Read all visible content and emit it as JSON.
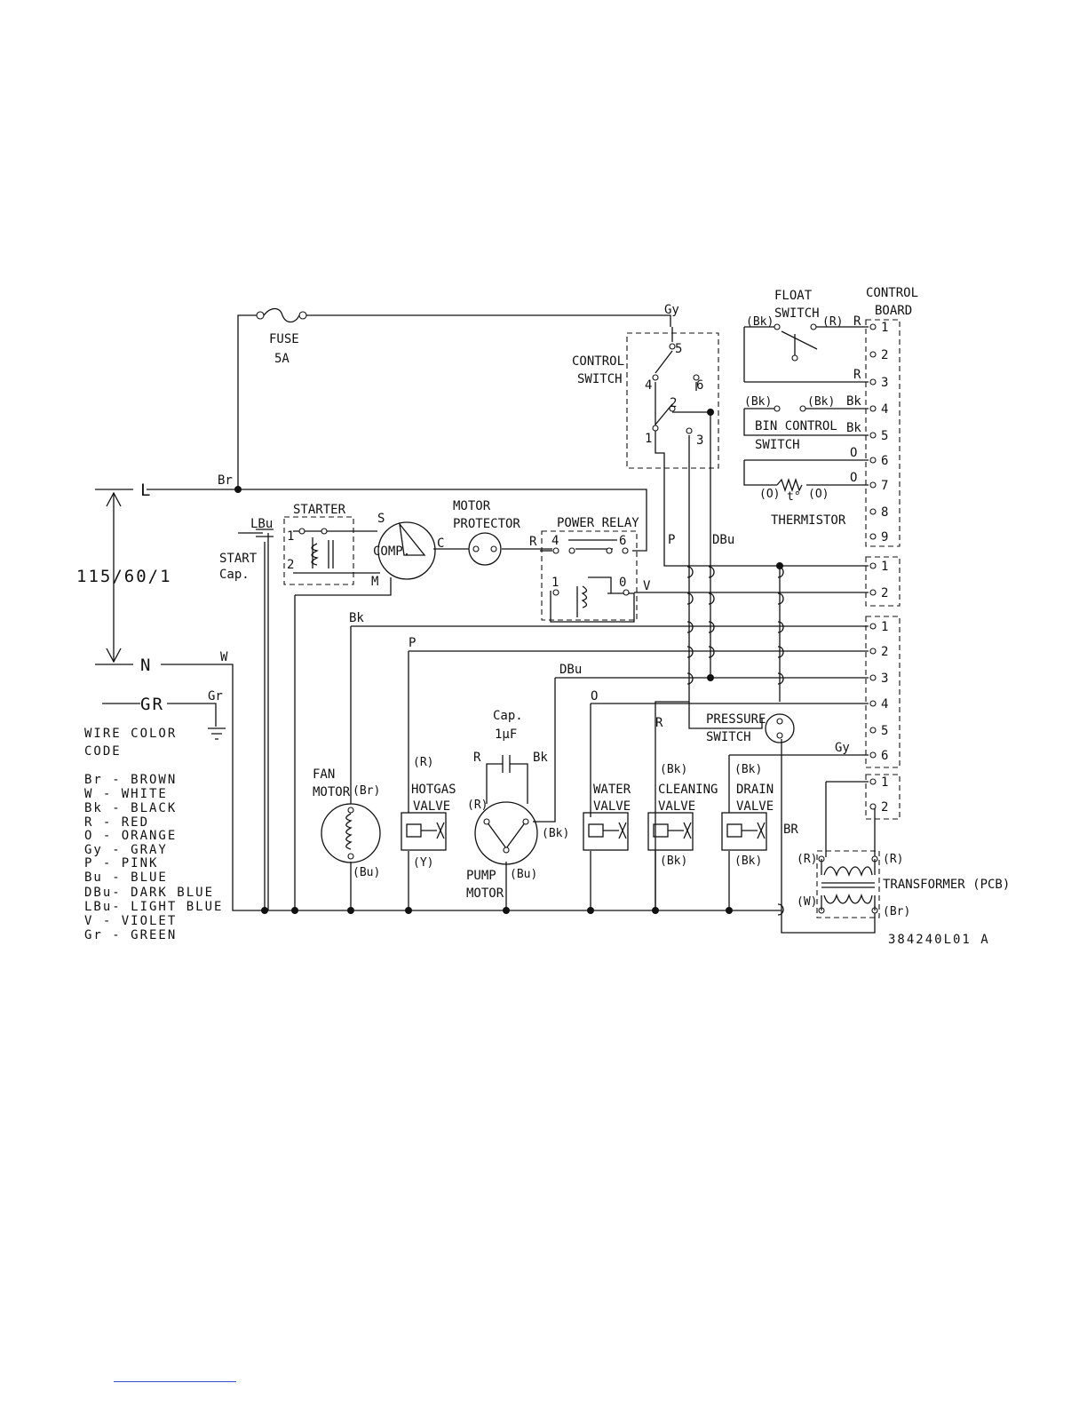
{
  "legend": {
    "title_line1": "WIRE COLOR",
    "title_line2": "CODE",
    "entries": [
      "Br - BROWN",
      "W - WHITE",
      "Bk - BLACK",
      "R - RED",
      "O - ORANGE",
      "Gy - GRAY",
      "P - PINK",
      "Bu - BLUE",
      "DBu- DARK BLUE",
      "LBu- LIGHT BLUE",
      "V - VIOLET",
      "Gr - GREEN"
    ]
  },
  "power": {
    "L": "L",
    "N": "N",
    "GR": "GR",
    "rating": "115/60/1"
  },
  "components": {
    "fuse": "FUSE",
    "fuse_rating": "5A",
    "starter": "STARTER",
    "start_cap_1": "START",
    "start_cap_2": "Cap.",
    "comp": "COMP.",
    "motor_protector_1": "MOTOR",
    "motor_protector_2": "PROTECTOR",
    "power_relay": "POWER RELAY",
    "control_switch_1": "CONTROL",
    "control_switch_2": "SWITCH",
    "float_switch_1": "FLOAT",
    "float_switch_2": "SWITCH",
    "control_board_1": "CONTROL",
    "control_board_2": "BOARD",
    "bin_control_1": "BIN CONTROL",
    "bin_control_2": "SWITCH",
    "thermistor": "THERMISTOR",
    "thermistor_t": "t°",
    "pressure_switch_1": "PRESSURE",
    "pressure_switch_2": "SWITCH",
    "fan_motor_1": "FAN",
    "fan_motor_2": "MOTOR",
    "hotgas_1": "HOTGAS",
    "hotgas_2": "VALVE",
    "pump_1": "PUMP",
    "pump_2": "MOTOR",
    "pump_cap_1": "Cap.",
    "pump_cap_2": "1μF",
    "water_1": "WATER",
    "water_2": "VALVE",
    "cleaning_1": "CLEANING",
    "cleaning_2": "VALVE",
    "drain_1": "DRAIN",
    "drain_2": "VALVE",
    "transformer": "TRANSFORMER (PCB)",
    "part_number": "384240L01 A"
  },
  "wire_labels": {
    "Br": "Br",
    "Gy": "Gy",
    "LBu": "LBu",
    "W": "W",
    "Gr": "Gr",
    "Bk": "Bk",
    "P": "P",
    "DBu": "DBu",
    "O": "O",
    "R": "R",
    "V": "V",
    "BR": "BR",
    "pBk": "(Bk)",
    "pR": "(R)",
    "pO": "(O)",
    "pBr": "(Br)",
    "pBu": "(Bu)",
    "pY": "(Y)",
    "pW": "(W)",
    "S": "S",
    "M": "M",
    "C": "C"
  },
  "colors": {
    "ink": "#111111",
    "link": "#3a4fd8",
    "background": "#ffffff"
  }
}
